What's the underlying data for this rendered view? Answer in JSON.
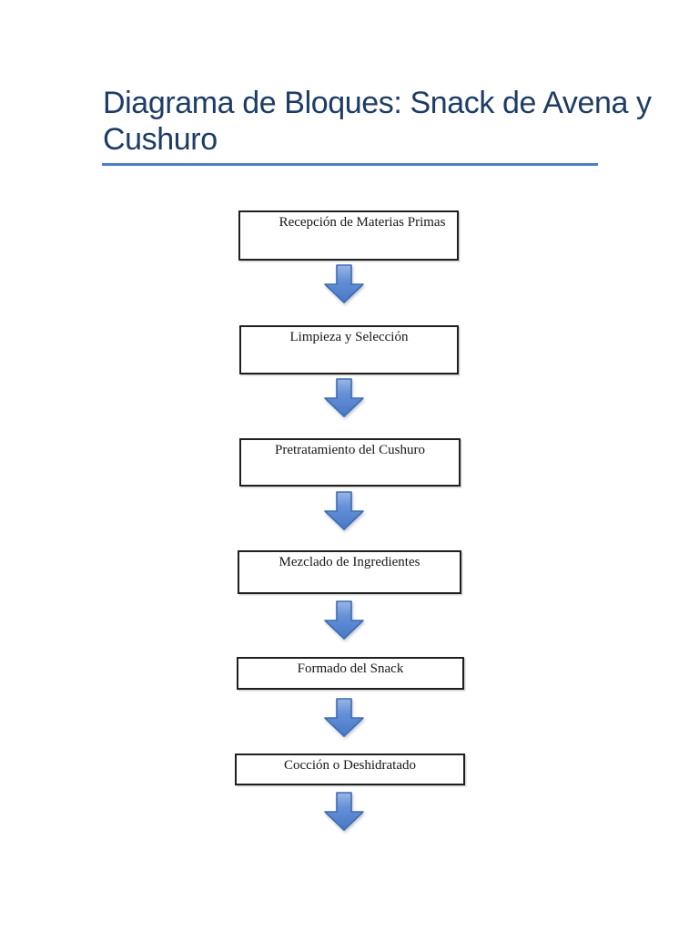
{
  "page": {
    "background_color": "#ffffff"
  },
  "title": {
    "text": "Diagrama de Bloques: Snack de Avena y Cushuro",
    "line1": "Diagrama de Bloques: Snack de Avena y",
    "line2": "Cushuro",
    "text_color": "#1e3c64",
    "rule_color": "#4d7ec5"
  },
  "diagram": {
    "type": "flowchart",
    "direction": "top-to-bottom",
    "steps": [
      {
        "label": "Recepción de Materias Primas"
      },
      {
        "label": "Limpieza y Selección"
      },
      {
        "label": "Pretratamiento del Cushuro"
      },
      {
        "label": "Mezclado de Ingredientes"
      },
      {
        "label": "Formado del Snack"
      },
      {
        "label": "Cocción o Deshidratado"
      }
    ],
    "connector": {
      "icon": "down-arrow",
      "fill_color": "#5b8bd2",
      "fill_top_color": "#9bb5e4",
      "border_color": "#3e6cb2"
    },
    "box_style": {
      "border_color": "#1f1f1f",
      "fill_color": "#ffffff"
    }
  }
}
